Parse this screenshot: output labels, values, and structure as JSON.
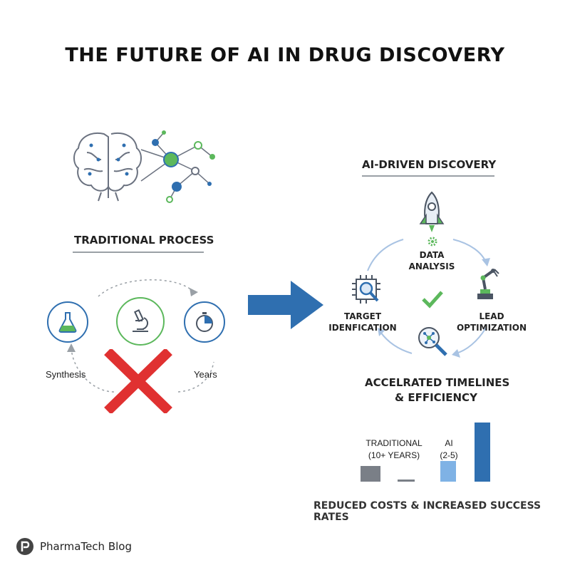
{
  "title": "THE FUTURE OF AI IN DRUG DISCOVERY",
  "traditional": {
    "heading": "TRADITIONAL PROCESS",
    "left_label": "Synthesis",
    "right_label": "Years"
  },
  "ai": {
    "heading": "AI-DRIVEN DISCOVERY",
    "steps": {
      "top": "DATA\nANALYSIS",
      "left": "TARGET\nIDENFICATION",
      "right": "LEAD\nOPTIMIZATION"
    }
  },
  "timelines": {
    "heading_line1": "ACCELRATED TIMELINES",
    "heading_line2": "& EFFICIENCY",
    "traditional_label": "TRADITIONAL\n(10+ YEARS)",
    "ai_label": "AI\n(2-5)"
  },
  "chart_data": {
    "type": "bar",
    "series": [
      {
        "values": [
          0.26,
          0.04
        ],
        "color": "#7a7f87"
      },
      {
        "values": [
          0.34,
          0.97
        ],
        "color": "#2f6fb0"
      }
    ],
    "colors": {
      "gray": "#7a7f87",
      "light_blue": "#7fb2e5",
      "blue": "#2f6fb0"
    }
  },
  "footer": "REDUCED COSTS & INCREASED SUCCESS RATES",
  "brand": {
    "name": "PharmaTech Blog",
    "icon": "logo-p-icon"
  },
  "colors": {
    "accent_blue": "#2f6fb0",
    "accent_green": "#5cb85c",
    "cross_red": "#e03131"
  }
}
